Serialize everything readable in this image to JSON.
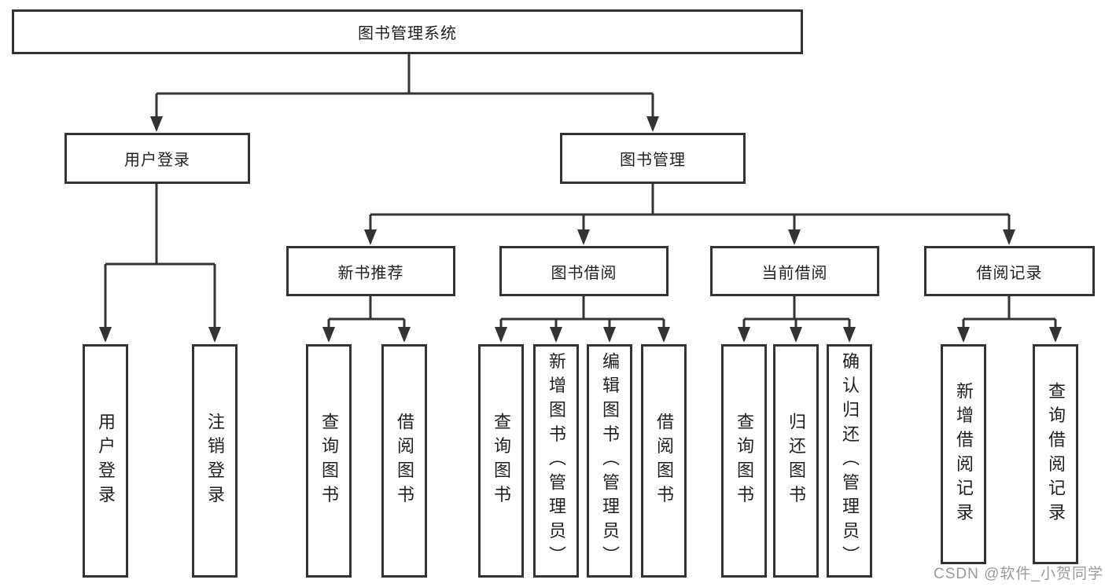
{
  "watermark": "CSDN @软件_小贺同学",
  "colors": {
    "line": "#333333",
    "box_border": "#333333",
    "text": "#1f1f1f",
    "watermark_text": "#9a9a9a",
    "background": "#ffffff"
  },
  "tree": {
    "root": {
      "label": "图书管理系统"
    },
    "level2": [
      {
        "label": "用户登录",
        "children": [
          {
            "label": "用户登录"
          },
          {
            "label": "注销登录"
          }
        ]
      },
      {
        "label": "图书管理",
        "children": [
          {
            "label": "新书推荐",
            "children": [
              {
                "label": "查询图书"
              },
              {
                "label": "借阅图书"
              }
            ]
          },
          {
            "label": "图书借阅",
            "children": [
              {
                "label": "查询图书"
              },
              {
                "label": "新增图书（管理员）"
              },
              {
                "label": "编辑图书（管理员）"
              },
              {
                "label": "借阅图书"
              }
            ]
          },
          {
            "label": "当前借阅",
            "children": [
              {
                "label": "查询图书"
              },
              {
                "label": "归还图书"
              },
              {
                "label": "确认归还（管理员）"
              }
            ]
          },
          {
            "label": "借阅记录",
            "children": [
              {
                "label": "新增借阅记录"
              },
              {
                "label": "查询借阅记录"
              }
            ]
          }
        ]
      }
    ]
  }
}
